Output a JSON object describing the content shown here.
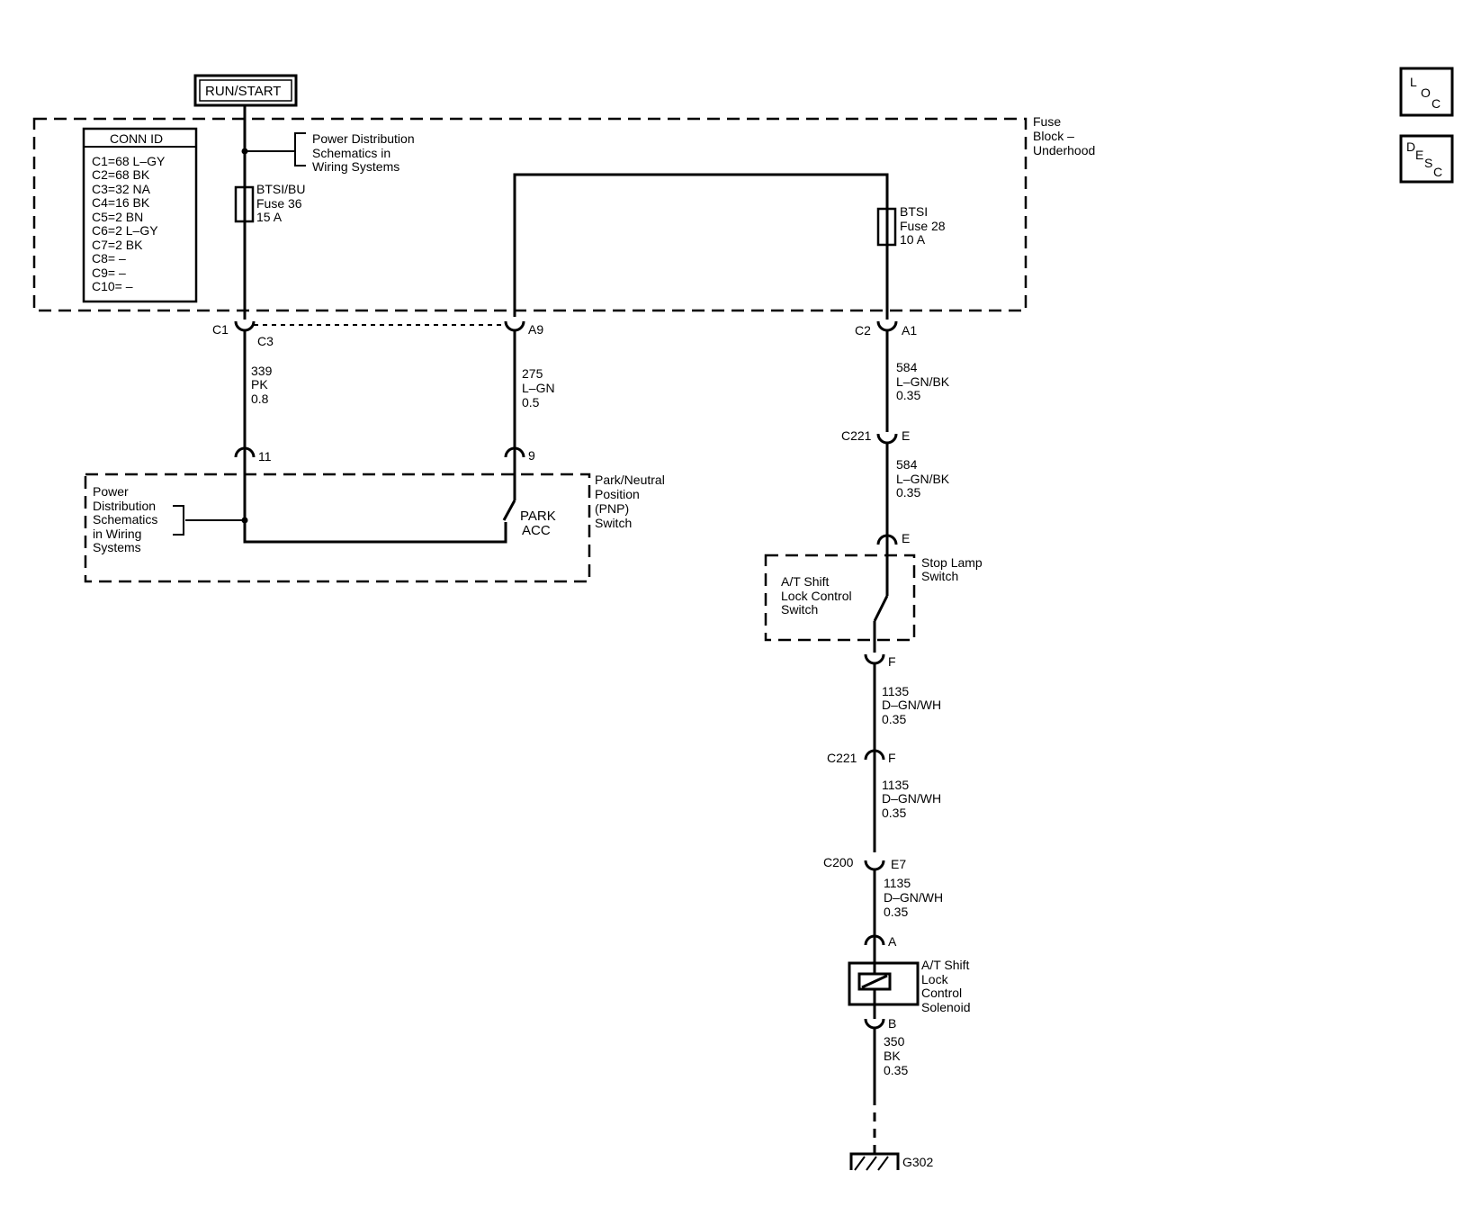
{
  "power": {
    "run_start": "RUN/START"
  },
  "fuse_block": {
    "label": [
      "Fuse",
      "Block –",
      "Underhood"
    ]
  },
  "conn_id": {
    "title": "CONN ID",
    "rows": [
      "C1=68 L–GY",
      "C2=68 BK",
      "C3=32 NA",
      "C4=16 BK",
      "C5=2 BN",
      "C6=2 L–GY",
      "C7=2 BK",
      "C8= –",
      "C9= –",
      "C10= –"
    ]
  },
  "pds_ref_top": [
    "Power Distribution",
    "Schematics in",
    "Wiring Systems"
  ],
  "fuse36": [
    "BTSI/BU",
    "Fuse 36",
    "15 A"
  ],
  "fuse28": [
    "BTSI",
    "Fuse 28",
    "10 A"
  ],
  "connectors": {
    "c1": "C1",
    "c3": "C3",
    "a9": "A9",
    "c2": "C2",
    "a1": "A1",
    "p11": "11",
    "p9": "9",
    "c221_e": "C221",
    "e1": "E",
    "e2": "E",
    "f1": "F",
    "c221_f": "C221",
    "f2": "F",
    "c200": "C200",
    "e7": "E7",
    "a": "A",
    "b": "B"
  },
  "wires": {
    "w339": [
      "339",
      "PK",
      "0.8"
    ],
    "w275": [
      "275",
      "L–GN",
      "0.5"
    ],
    "w584a": [
      "584",
      "L–GN/BK",
      "0.35"
    ],
    "w584b": [
      "584",
      "L–GN/BK",
      "0.35"
    ],
    "w1135a": [
      "1135",
      "D–GN/WH",
      "0.35"
    ],
    "w1135b": [
      "1135",
      "D–GN/WH",
      "0.35"
    ],
    "w1135c": [
      "1135",
      "D–GN/WH",
      "0.35"
    ],
    "w350": [
      "350",
      "BK",
      "0.35"
    ]
  },
  "pnp": {
    "pds_ref": [
      "Power",
      "Distribution",
      "Schematics",
      "in Wiring",
      "Systems"
    ],
    "contact": [
      "PARK",
      "ACC"
    ],
    "label": [
      "Park/Neutral",
      "Position",
      "(PNP)",
      "Switch"
    ]
  },
  "stop_lamp": {
    "inner": [
      "A/T Shift",
      "Lock Control",
      "Switch"
    ],
    "label": [
      "Stop Lamp",
      "Switch"
    ]
  },
  "solenoid": {
    "label": [
      "A/T Shift",
      "Lock",
      "Control",
      "Solenoid"
    ]
  },
  "ground": {
    "label": "G302"
  },
  "side_icons": {
    "loc": {
      "a": "L",
      "b": "O",
      "c": "C"
    },
    "desc": {
      "a": "D",
      "b": "E",
      "c": "S",
      "d": "C"
    }
  }
}
